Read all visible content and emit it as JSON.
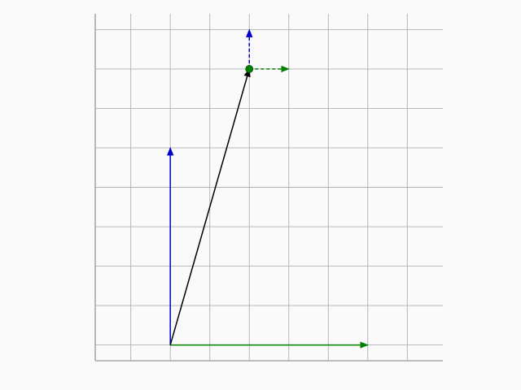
{
  "chart_data": {
    "type": "vector-diagram",
    "title": "",
    "xlabel": "",
    "ylabel": "",
    "grid": true,
    "xlim": [
      -1.9,
      6.9
    ],
    "ylim": [
      -0.4,
      8.4
    ],
    "vectors": [
      {
        "id": "u",
        "from": [
          0,
          0
        ],
        "to": [
          5,
          0
        ],
        "color": "#008000",
        "style": "solid"
      },
      {
        "id": "v",
        "from": [
          0,
          0
        ],
        "to": [
          0,
          5
        ],
        "color": "#0000cc",
        "style": "solid"
      },
      {
        "id": "sum",
        "from": [
          0,
          0
        ],
        "to": [
          2,
          7
        ],
        "color": "#000000",
        "style": "solid"
      },
      {
        "id": "sum-v-component",
        "from": [
          2,
          7
        ],
        "to": [
          2,
          8
        ],
        "color": "#0000cc",
        "style": "dashed"
      },
      {
        "id": "sum-u-component",
        "from": [
          2,
          7
        ],
        "to": [
          3,
          7
        ],
        "color": "#008000",
        "style": "dashed"
      }
    ],
    "points": [
      {
        "id": "tip",
        "at": [
          2,
          7
        ],
        "color": "#008000"
      }
    ]
  }
}
